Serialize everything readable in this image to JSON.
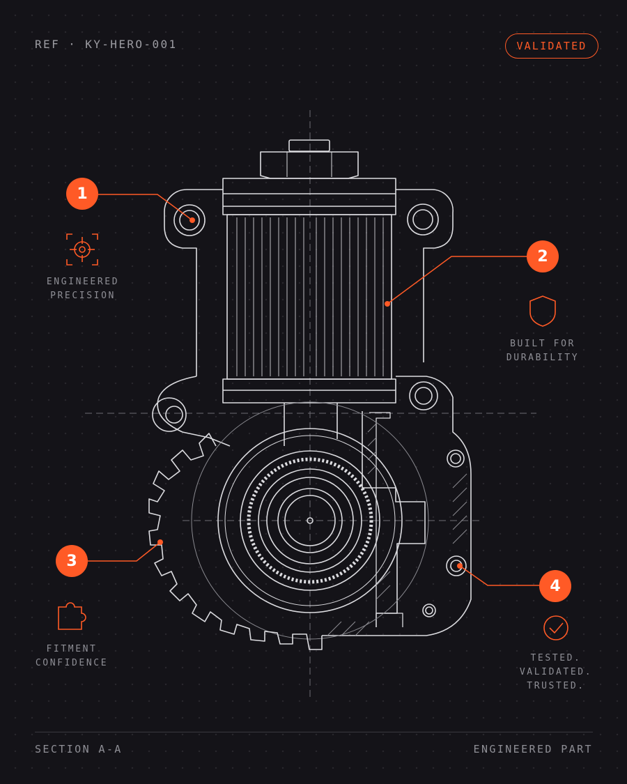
{
  "header": {
    "ref": "REF · KY-HERO-001",
    "badge": "VALIDATED"
  },
  "callouts": [
    {
      "number": "1",
      "lines": [
        "ENGINEERED",
        "PRECISION"
      ],
      "icon": "crosshair-icon"
    },
    {
      "number": "2",
      "lines": [
        "BUILT FOR",
        "DURABILITY"
      ],
      "icon": "shield-icon"
    },
    {
      "number": "3",
      "lines": [
        "FITMENT",
        "CONFIDENCE"
      ],
      "icon": "puzzle-icon"
    },
    {
      "number": "4",
      "lines": [
        "TESTED.",
        "VALIDATED.",
        "TRUSTED."
      ],
      "icon": "check-circle-icon"
    }
  ],
  "footer": {
    "left": "SECTION A-A",
    "right": "ENGINEERED PART"
  },
  "colors": {
    "accent": "#ff5a26",
    "background": "#141318",
    "line": "#d9d9dd"
  }
}
